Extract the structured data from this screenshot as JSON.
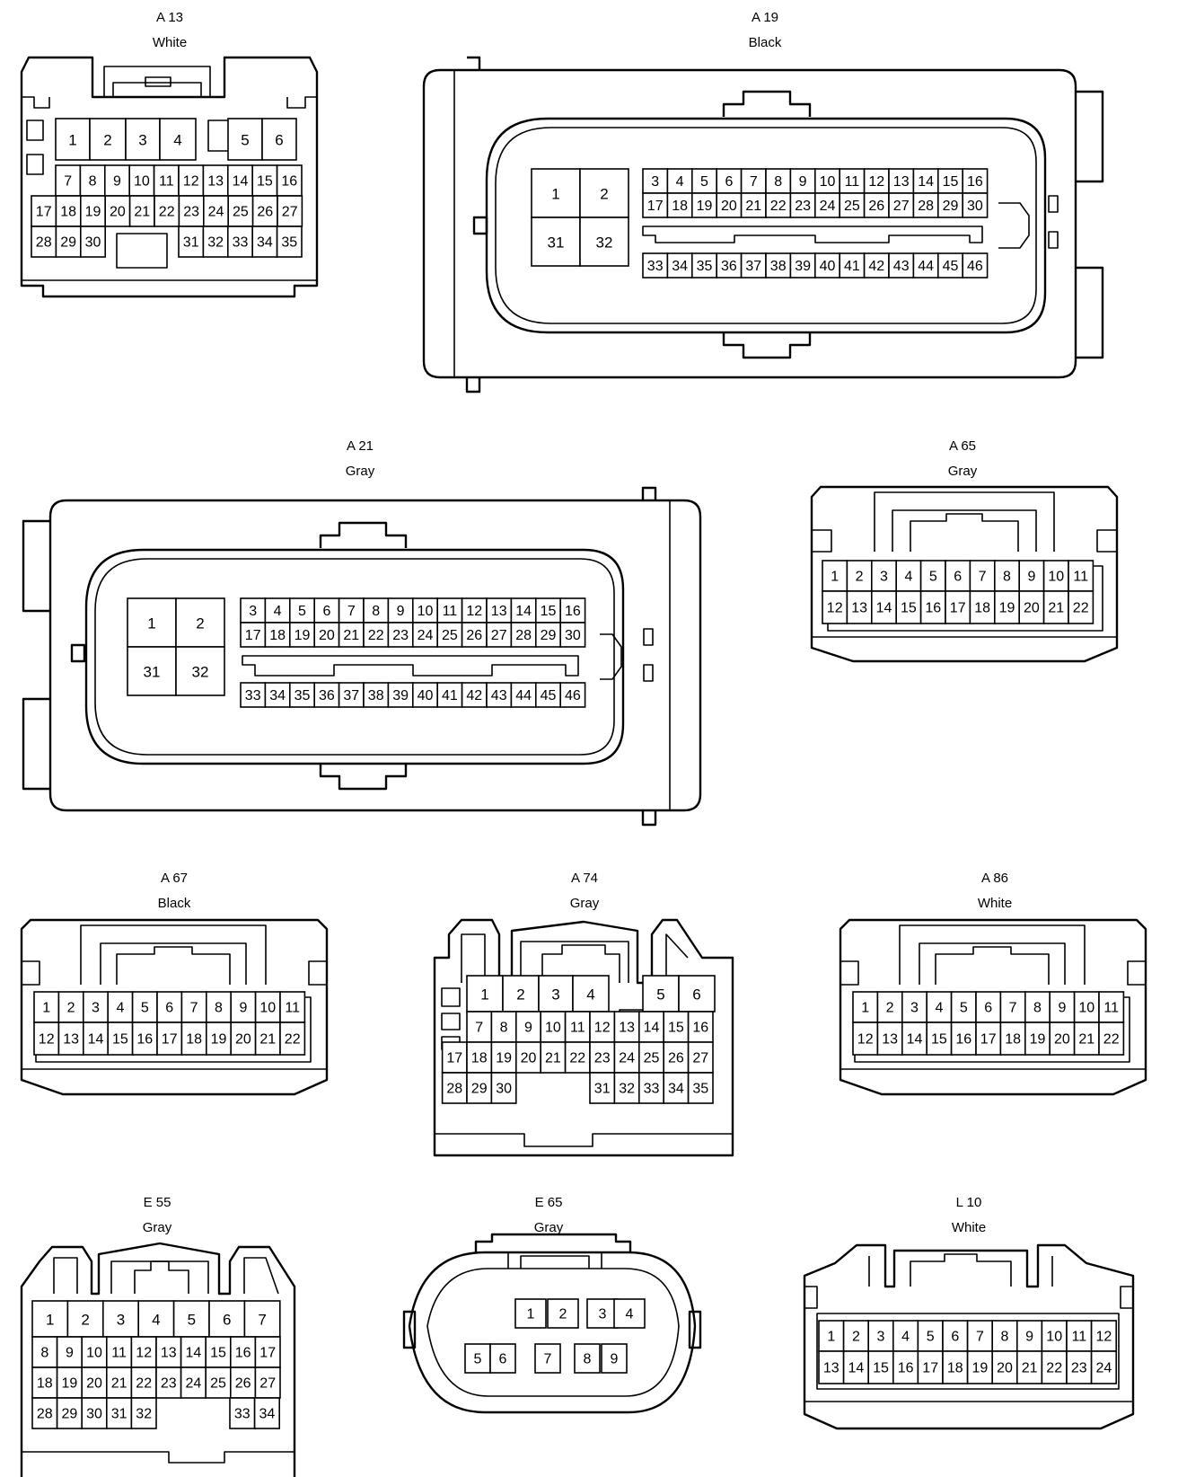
{
  "connectors": [
    {
      "id": "A13",
      "code": "A 13",
      "color": "White",
      "rows": [
        [
          "1",
          "2",
          "3",
          "4",
          "",
          "",
          "5",
          "6"
        ],
        [
          "",
          "7",
          "8",
          "9",
          "10",
          "11",
          "12",
          "13",
          "14",
          "15",
          "16"
        ],
        [
          "17",
          "18",
          "19",
          "20",
          "21",
          "22",
          "23",
          "24",
          "25",
          "26",
          "27"
        ],
        [
          "28",
          "29",
          "30",
          "",
          "",
          "31",
          "32",
          "33",
          "34",
          "35"
        ]
      ]
    },
    {
      "id": "A19",
      "code": "A 19",
      "color": "Black",
      "big": [
        "1",
        "2",
        "31",
        "32"
      ],
      "rows": [
        [
          "3",
          "4",
          "5",
          "6",
          "7",
          "8",
          "9",
          "10",
          "11",
          "12",
          "13",
          "14",
          "15",
          "16"
        ],
        [
          "17",
          "18",
          "19",
          "20",
          "21",
          "22",
          "23",
          "24",
          "25",
          "26",
          "27",
          "28",
          "29",
          "30"
        ],
        [
          "33",
          "34",
          "35",
          "36",
          "37",
          "38",
          "39",
          "40",
          "41",
          "42",
          "43",
          "44",
          "45",
          "46"
        ]
      ]
    },
    {
      "id": "A21",
      "code": "A 21",
      "color": "Gray",
      "big": [
        "1",
        "2",
        "31",
        "32"
      ],
      "rows": [
        [
          "3",
          "4",
          "5",
          "6",
          "7",
          "8",
          "9",
          "10",
          "11",
          "12",
          "13",
          "14",
          "15",
          "16"
        ],
        [
          "17",
          "18",
          "19",
          "20",
          "21",
          "22",
          "23",
          "24",
          "25",
          "26",
          "27",
          "28",
          "29",
          "30"
        ],
        [
          "33",
          "34",
          "35",
          "36",
          "37",
          "38",
          "39",
          "40",
          "41",
          "42",
          "43",
          "44",
          "45",
          "46"
        ]
      ]
    },
    {
      "id": "A65",
      "code": "A 65",
      "color": "Gray",
      "rows": [
        [
          "1",
          "2",
          "3",
          "4",
          "5",
          "6",
          "7",
          "8",
          "9",
          "10",
          "11"
        ],
        [
          "12",
          "13",
          "14",
          "15",
          "16",
          "17",
          "18",
          "19",
          "20",
          "21",
          "22"
        ]
      ]
    },
    {
      "id": "A67",
      "code": "A 67",
      "color": "Black",
      "rows": [
        [
          "1",
          "2",
          "3",
          "4",
          "5",
          "6",
          "7",
          "8",
          "9",
          "10",
          "11"
        ],
        [
          "12",
          "13",
          "14",
          "15",
          "16",
          "17",
          "18",
          "19",
          "20",
          "21",
          "22"
        ]
      ]
    },
    {
      "id": "A74",
      "code": "A 74",
      "color": "Gray",
      "rows": [
        [
          "1",
          "2",
          "3",
          "4",
          "",
          "5",
          "6"
        ],
        [
          "7",
          "8",
          "9",
          "10",
          "11",
          "12",
          "13",
          "14",
          "15",
          "16"
        ],
        [
          "17",
          "18",
          "19",
          "20",
          "21",
          "22",
          "23",
          "24",
          "25",
          "26",
          "27"
        ],
        [
          "28",
          "29",
          "30",
          "",
          "",
          "31",
          "32",
          "33",
          "34",
          "35"
        ]
      ]
    },
    {
      "id": "A86",
      "code": "A 86",
      "color": "White",
      "rows": [
        [
          "1",
          "2",
          "3",
          "4",
          "5",
          "6",
          "7",
          "8",
          "9",
          "10",
          "11"
        ],
        [
          "12",
          "13",
          "14",
          "15",
          "16",
          "17",
          "18",
          "19",
          "20",
          "21",
          "22"
        ]
      ]
    },
    {
      "id": "E55",
      "code": "E 55",
      "color": "Gray",
      "rows": [
        [
          "1",
          "2",
          "3",
          "4",
          "5",
          "6",
          "7"
        ],
        [
          "8",
          "9",
          "10",
          "11",
          "12",
          "13",
          "14",
          "15",
          "16",
          "17"
        ],
        [
          "18",
          "19",
          "20",
          "21",
          "22",
          "23",
          "24",
          "25",
          "26",
          "27"
        ],
        [
          "28",
          "29",
          "30",
          "31",
          "32",
          "",
          "",
          "33",
          "34"
        ]
      ]
    },
    {
      "id": "E65",
      "code": "E 65",
      "color": "Gray",
      "rows": [
        [
          "1",
          "2",
          "3",
          "4"
        ],
        [
          "5",
          "6",
          "7",
          "8",
          "9"
        ]
      ]
    },
    {
      "id": "L10",
      "code": "L 10",
      "color": "White",
      "rows": [
        [
          "1",
          "2",
          "3",
          "4",
          "5",
          "6",
          "7",
          "8",
          "9",
          "10",
          "11",
          "12"
        ],
        [
          "13",
          "14",
          "15",
          "16",
          "17",
          "18",
          "19",
          "20",
          "21",
          "22",
          "23",
          "24"
        ]
      ]
    }
  ]
}
